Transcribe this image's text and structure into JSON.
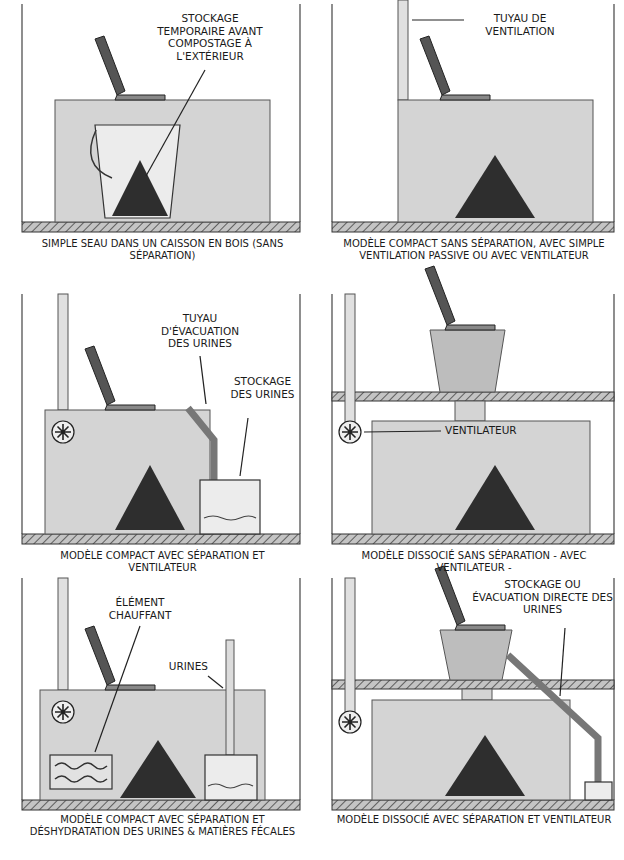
{
  "diagram": {
    "labels": [
      "STOCKAGE TEMPORAIRE AVANT COMPOSTAGE À L'EXTÉRIEUR",
      "SIMPLE SEAU DANS UN CAISSON EN BOIS (SANS SÉPARATION)",
      "TUYAU DE VENTILATION",
      "MODÈLE COMPACT SANS SÉPARATION, AVEC SIMPLE VENTILATION PASSIVE OU AVEC VENTILATEUR",
      "TUYAU D'ÉVACUATION DES URINES",
      "STOCKAGE DES URINES",
      "MODÈLE COMPACT AVEC SÉPARATION ET VENTILATEUR",
      "VENTILATEUR",
      "MODÈLE DISSOCIÉ SANS SÉPARATION - AVEC VENTILATEUR -",
      "ÉLÉMENT CHAUFFANT",
      "URINES",
      "MODÈLE COMPACT AVEC SÉPARATION ET DÉSHYDRATATION DES URINES & MATIÈRES FÉCALES",
      "STOCKAGE OU ÉVACUATION DIRECTE DES URINES",
      "MODÈLE DISSOCIÉ AVEC SÉPARATION ET VENTILATEUR"
    ]
  }
}
